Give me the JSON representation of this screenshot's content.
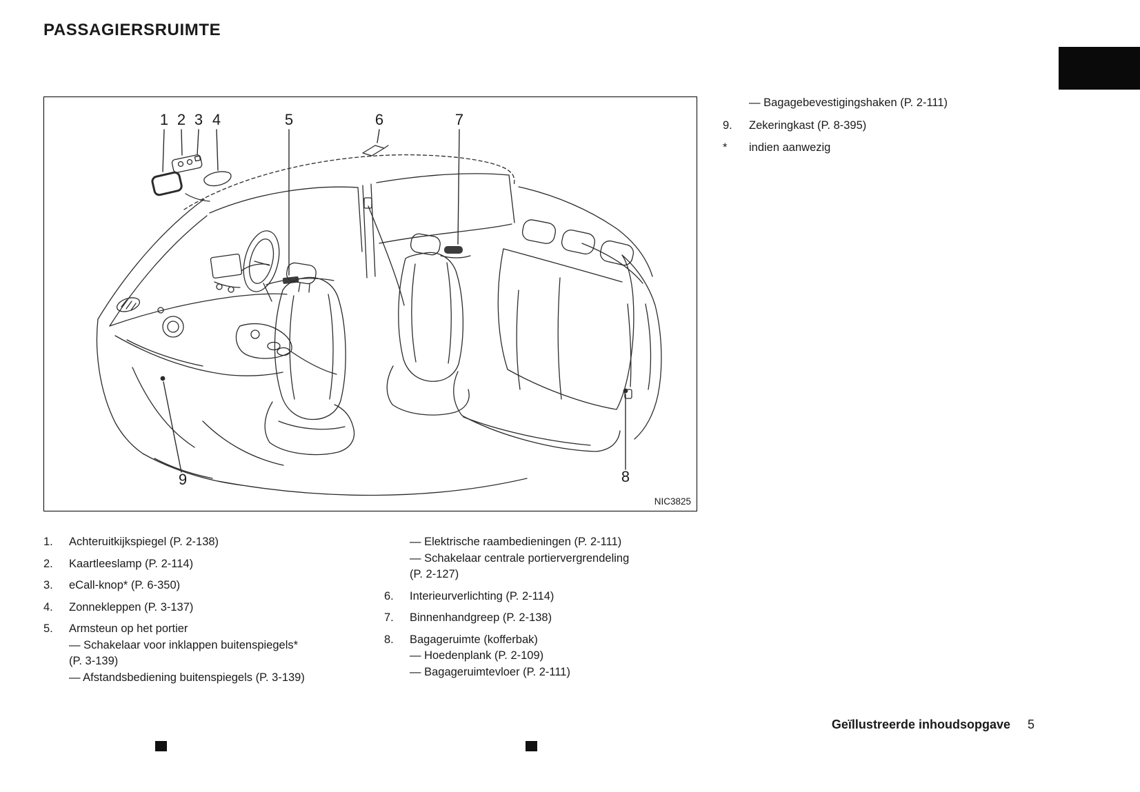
{
  "colors": {
    "text": "#1a1a1a",
    "line_art": "#2b2b2b",
    "tab_marker": "#000000",
    "background": "#ffffff"
  },
  "page": {
    "title": "PASSAGIERSRUIMTE",
    "footer_label": "Geïllustreerde inhoudsopgave",
    "footer_page": "5"
  },
  "figure": {
    "code": "NIC3825",
    "callouts": [
      "1",
      "2",
      "3",
      "4",
      "5",
      "6",
      "7",
      "8",
      "9"
    ]
  },
  "legend_top_right": {
    "items": [
      {
        "num": "",
        "lines": [
          "— Bagagebevestigingshaken (P. 2-111)"
        ]
      },
      {
        "num": "9.",
        "lines": [
          "Zekeringkast (P. 8-395)"
        ]
      },
      {
        "num": "*",
        "lines": [
          "indien aanwezig"
        ]
      }
    ]
  },
  "legend_left": {
    "items": [
      {
        "num": "1.",
        "lines": [
          "Achteruitkijkspiegel (P. 2-138)"
        ]
      },
      {
        "num": "2.",
        "lines": [
          "Kaartleeslamp (P. 2-114)"
        ]
      },
      {
        "num": "3.",
        "lines": [
          "eCall-knop* (P. 6-350)"
        ]
      },
      {
        "num": "4.",
        "lines": [
          "Zonnekleppen (P. 3-137)"
        ]
      },
      {
        "num": "5.",
        "lines": [
          "Armsteun op het portier",
          "— Schakelaar voor inklappen buitenspiegels*",
          "(P. 3-139)",
          "— Afstandsbediening buitenspiegels (P. 3-139)"
        ]
      }
    ]
  },
  "legend_right": {
    "items": [
      {
        "num": "",
        "lines": [
          "— Elektrische raambedieningen (P. 2-111)",
          "— Schakelaar centrale portiervergrendeling",
          "(P. 2-127)"
        ]
      },
      {
        "num": "6.",
        "lines": [
          "Interieurverlichting (P. 2-114)"
        ]
      },
      {
        "num": "7.",
        "lines": [
          "Binnenhandgreep (P. 2-138)"
        ]
      },
      {
        "num": "8.",
        "lines": [
          "Bagageruimte (kofferbak)",
          "— Hoedenplank (P. 2-109)",
          "— Bagageruimtevloer (P. 2-111)"
        ]
      }
    ]
  }
}
